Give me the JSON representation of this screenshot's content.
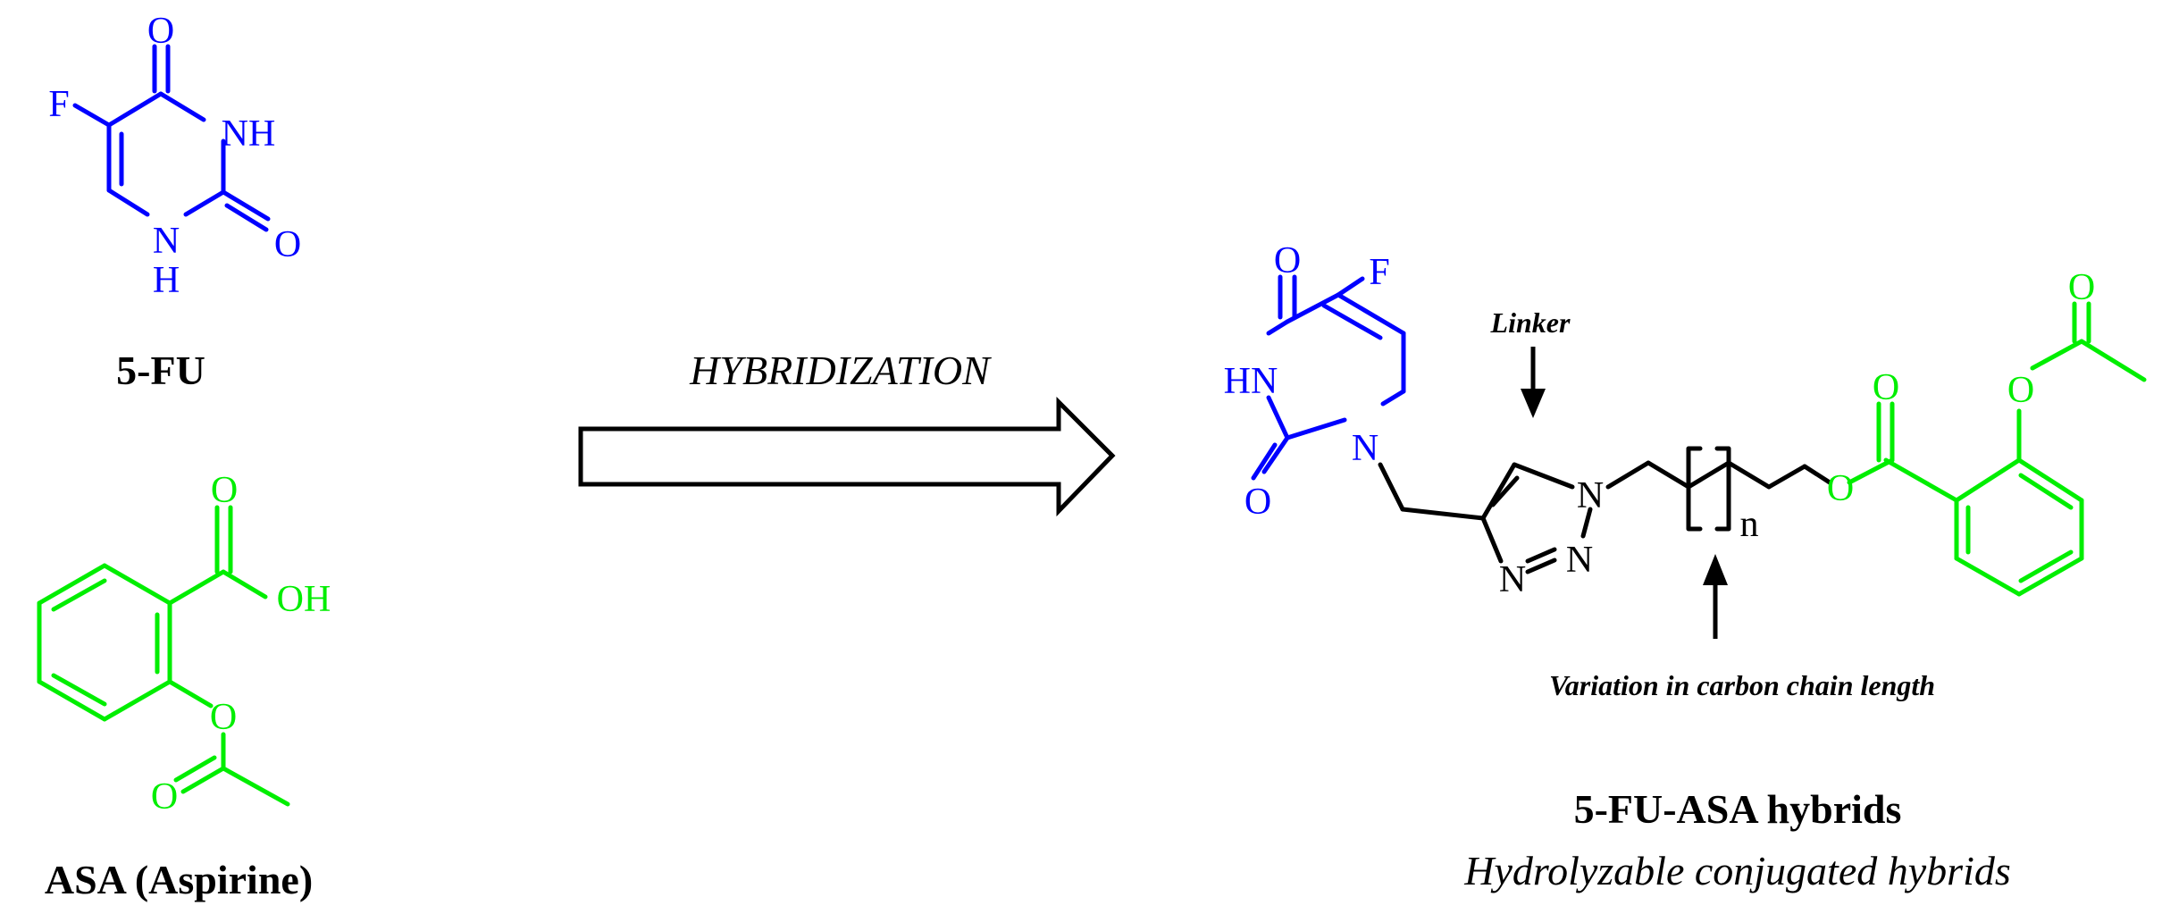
{
  "colors": {
    "fluorouracil": "#0000ff",
    "aspirin": "#00ee00",
    "linker": "#000000",
    "background": "#ffffff"
  },
  "reactants": {
    "fu": {
      "name": "5-FU",
      "atoms": {
        "F": "F",
        "O_top": "O",
        "NH": "NH",
        "N": "N",
        "H": "H",
        "O_right": "O"
      }
    },
    "asa": {
      "name": "ASA (Aspirine)",
      "atoms": {
        "O_carbonyl": "O",
        "OH": "OH",
        "O_ester": "O",
        "O_acetyl": "O"
      }
    }
  },
  "process": {
    "label": "HYBRIDIZATION",
    "arrow_icon": "hollow-right-arrow"
  },
  "product": {
    "name": "5-FU-ASA hybrids",
    "subtitle": "Hydrolyzable conjugated hybrids",
    "atoms": {
      "O_top": "O",
      "F": "F",
      "HN": "HN",
      "N1": "N",
      "O_left": "O",
      "triazole_N1": "N",
      "triazole_N2": "N",
      "triazole_N3": "N",
      "n": "n",
      "O_ester": "O",
      "O_carbonyl": "O",
      "O_acetyl_link": "O",
      "O_acetyl": "O"
    },
    "annotations": {
      "linker": "Linker",
      "chain": "Variation in carbon chain length"
    }
  }
}
